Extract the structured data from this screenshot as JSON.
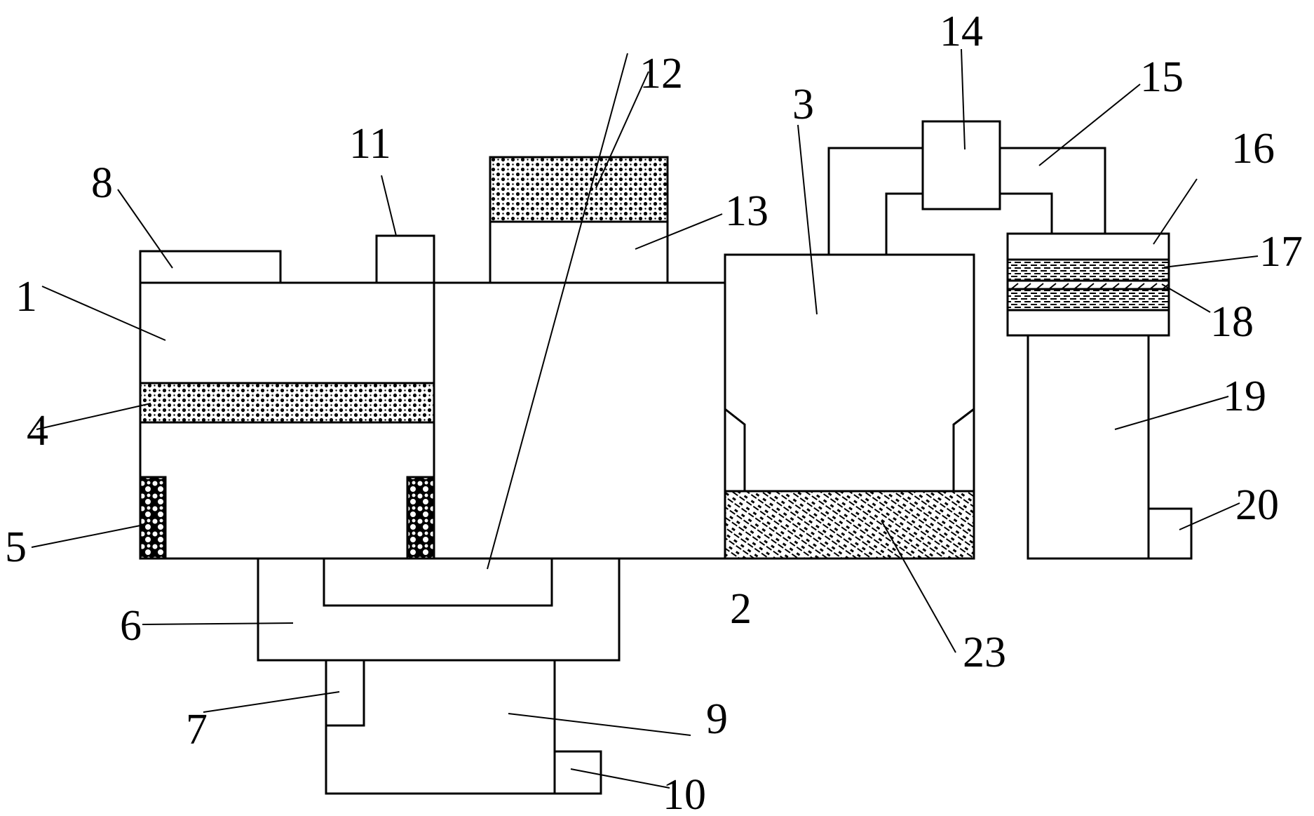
{
  "colors": {
    "line": "#000000",
    "background": "#ffffff"
  },
  "parts": {
    "p1": "1",
    "p2": "2",
    "p3": "3",
    "p4": "4",
    "p5": "5",
    "p6": "6",
    "p7": "7",
    "p8": "8",
    "p9": "9",
    "p10": "10",
    "p11": "11",
    "p12": "12",
    "p13": "13",
    "p14": "14",
    "p15": "15",
    "p16": "16",
    "p17": "17",
    "p18": "18",
    "p19": "19",
    "p20": "20",
    "p23": "23"
  }
}
